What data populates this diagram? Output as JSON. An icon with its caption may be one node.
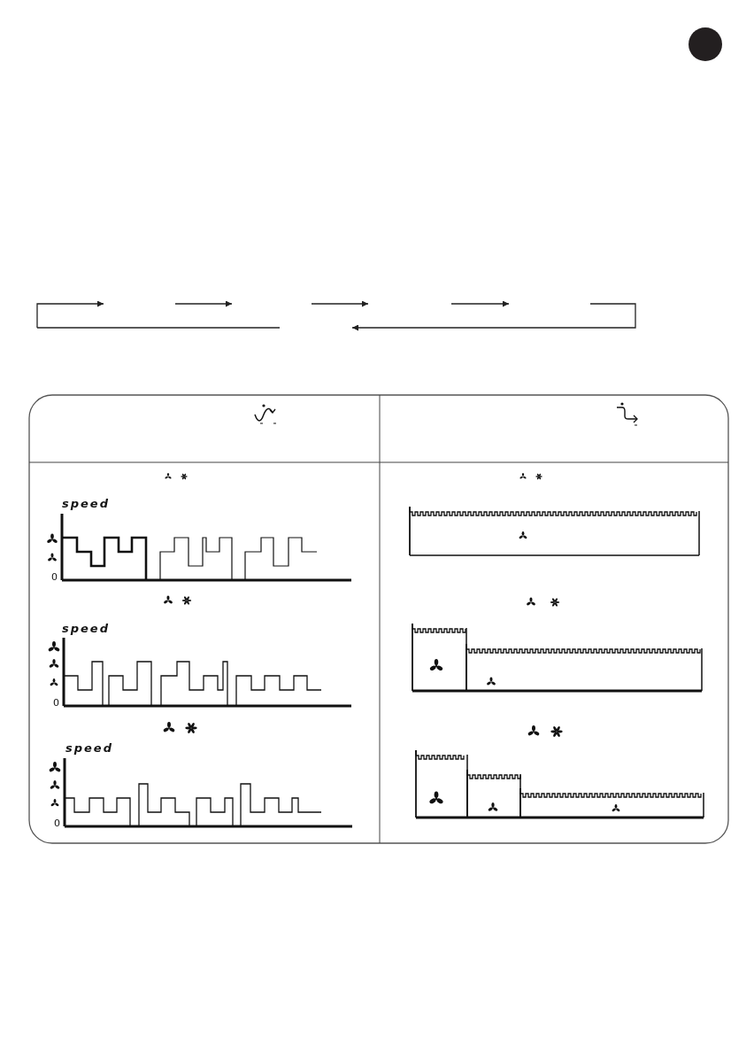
{
  "diagram": {
    "labels": [
      "speed",
      "0",
      "speed",
      "0",
      "speed",
      "0"
    ]
  }
}
